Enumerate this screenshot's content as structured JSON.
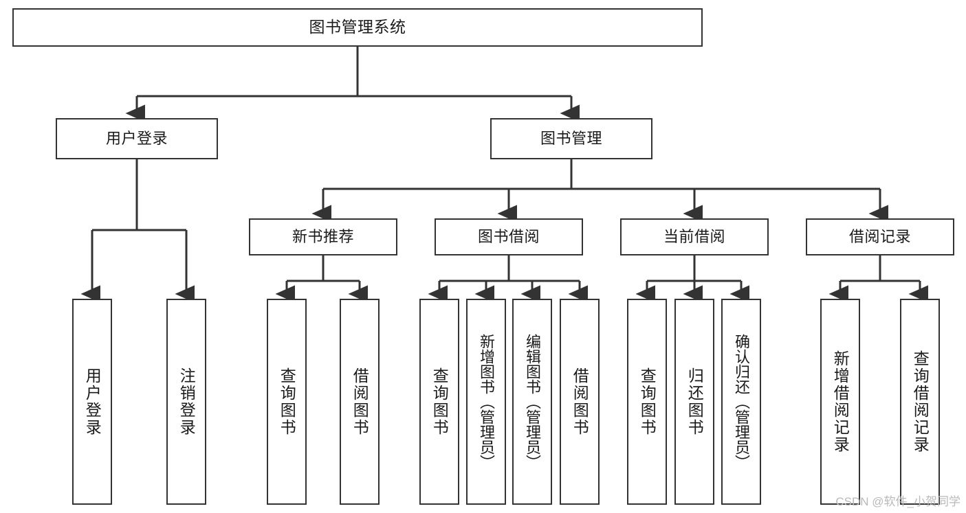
{
  "diagram": {
    "type": "tree",
    "title": "图书管理系统",
    "orientation": "top-down",
    "colors": {
      "node_border": "#333333",
      "node_fill": "#ffffff",
      "edge": "#333333",
      "text": "#1a1a1a",
      "watermark": "#b9b9b9"
    },
    "root": {
      "label": "图书管理系统"
    },
    "level1": [
      {
        "label": "用户登录"
      },
      {
        "label": "图书管理"
      }
    ],
    "level2": [
      {
        "label": "新书推荐"
      },
      {
        "label": "图书借阅"
      },
      {
        "label": "当前借阅"
      },
      {
        "label": "借阅记录"
      }
    ],
    "leaves": {
      "user_login": [
        {
          "label": "用户登录"
        },
        {
          "label": "注销登录"
        }
      ],
      "new_book_recommend": [
        {
          "label": "查询图书"
        },
        {
          "label": "借阅图书"
        }
      ],
      "book_borrow": [
        {
          "label": "查询图书"
        },
        {
          "label": "新增图书（管理员）"
        },
        {
          "label": "编辑图书（管理员）"
        },
        {
          "label": "借阅图书"
        }
      ],
      "current_borrow": [
        {
          "label": "查询图书"
        },
        {
          "label": "归还图书"
        },
        {
          "label": "确认归还（管理员）"
        }
      ],
      "borrow_record": [
        {
          "label": "新增借阅记录"
        },
        {
          "label": "查询借阅记录"
        }
      ]
    }
  },
  "watermark": {
    "text": "CSDN @软件_小贺同学"
  }
}
